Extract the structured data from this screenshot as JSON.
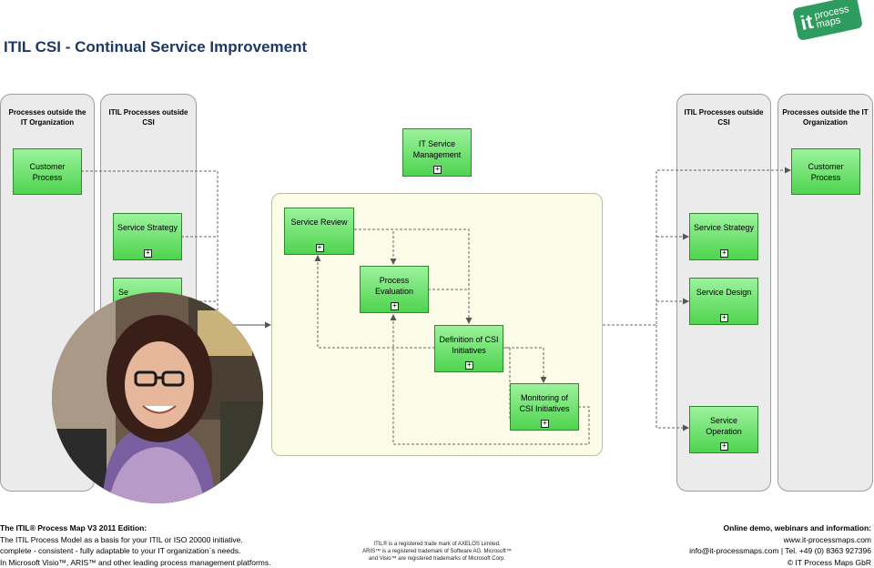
{
  "page_title": "ITIL CSI - Continual Service Improvement",
  "logo": {
    "it": "it",
    "line1": "process",
    "line2": "maps"
  },
  "lanes": {
    "left_outside": "Processes outside the IT Organization",
    "left_itil": "ITIL Processes outside CSI",
    "right_itil": "ITIL Processes outside CSI",
    "right_outside": "Processes outside the IT Organization"
  },
  "processes": {
    "customer_left": "Customer Process",
    "strategy_left": "Service Strategy",
    "design_left_partial": "Se",
    "itsm": "IT Service Management",
    "review": "Service Review",
    "evaluation": "Process Evaluation",
    "definition": "Definition of CSI Initiatives",
    "monitoring": "Monitoring of CSI Initiatives",
    "customer_right": "Customer Process",
    "strategy_right": "Service Strategy",
    "design_right": "Service Design",
    "operation_right": "Service Operation"
  },
  "plus_symbol": "+",
  "footer_left": {
    "heading": "The ITIL® Process Map V3 2011 Edition:",
    "line1": "The ITIL Process Model as a basis for your ITIL or ISO 20000 initiative.",
    "line2": "complete - consistent - fully adaptable to your IT organization`s needs.",
    "line3": "In Microsoft Visio™, ARIS™ and other leading process management platforms."
  },
  "footer_center": {
    "line1": "ITIL® is a registered trade mark of AXELOS Limited.",
    "line2": "ARIS™ is a  registered trademark of Software AG. Microsoft™",
    "line3": "and Visio™ are registered trademarks of Microsoft Corp."
  },
  "footer_right": {
    "heading": "Online demo, webinars and information:",
    "url": "www.it-processmaps.com",
    "contact": "info@it-processmaps.com | Tel. +49 (0) 8363 927396",
    "copyright": "© IT Process Maps GbR"
  },
  "colors": {
    "title": "#1f3864",
    "process_green": "#5ed95e",
    "lane_gray": "#ebebeb",
    "csi_area": "#fcfce8",
    "logo_green": "#2e9b5f"
  }
}
